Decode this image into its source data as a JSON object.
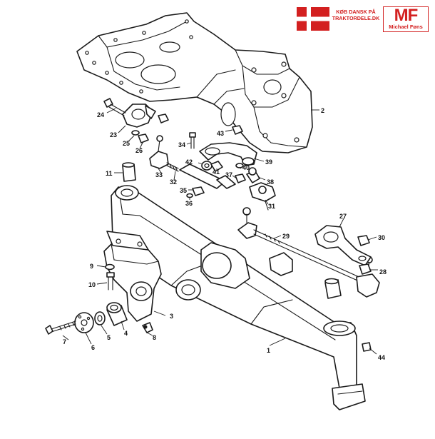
{
  "banner": {
    "shop_line1": "KØB DANSK PÅ",
    "shop_line2": "TRAKTORDELE.DK",
    "logo_letters": "MF",
    "logo_name": "Michael Føns",
    "brand_color": "#d32020"
  },
  "part_numbers": [
    "1",
    "2",
    "3",
    "4",
    "5",
    "6",
    "7",
    "8",
    "9",
    "10",
    "11",
    "23",
    "24",
    "25",
    "26",
    "27",
    "28",
    "29",
    "30",
    "31",
    "32",
    "33",
    "34",
    "35",
    "36",
    "37",
    "38",
    "39",
    "40",
    "41",
    "42",
    "43",
    "44"
  ]
}
